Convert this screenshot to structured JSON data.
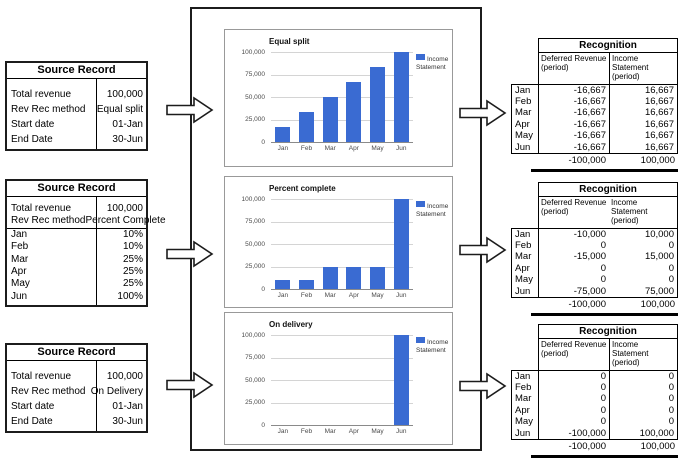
{
  "source_tables": [
    {
      "title": "Source Record",
      "groups": [
        [
          {
            "label": "Total revenue",
            "value": "100,000"
          },
          {
            "label": "Rev Rec method",
            "value": "Equal split"
          },
          {
            "label": "Start date",
            "value": "01-Jan"
          },
          {
            "label": "End Date",
            "value": "30-Jun"
          }
        ]
      ]
    },
    {
      "title": "Source Record",
      "groups": [
        [
          {
            "label": "Total revenue",
            "value": "100,000"
          },
          {
            "label": "Rev Rec method",
            "value": "Percent Complete"
          }
        ],
        [
          {
            "label": "Jan",
            "value": "10%"
          },
          {
            "label": "Feb",
            "value": "10%"
          },
          {
            "label": "Mar",
            "value": "25%"
          },
          {
            "label": "Apr",
            "value": "25%"
          },
          {
            "label": "May",
            "value": "25%"
          },
          {
            "label": "Jun",
            "value": "100%"
          }
        ]
      ]
    },
    {
      "title": "Source Record",
      "groups": [
        [
          {
            "label": "Total revenue",
            "value": "100,000"
          },
          {
            "label": "Rev Rec method",
            "value": "On Delivery"
          },
          {
            "label": "Start date",
            "value": "01-Jan"
          },
          {
            "label": "End Date",
            "value": "30-Jun"
          }
        ]
      ]
    }
  ],
  "chart_data": [
    {
      "type": "bar",
      "title": "Equal split",
      "categories": [
        "Jan",
        "Feb",
        "Mar",
        "Apr",
        "May",
        "Jun"
      ],
      "series": [
        {
          "name": "Income Statement",
          "values": [
            16667,
            33333,
            50000,
            66667,
            83333,
            100000
          ]
        }
      ],
      "yticks": [
        "100,000",
        "75,000",
        "50,000",
        "25,000",
        "0"
      ],
      "ylim": [
        0,
        100000
      ],
      "grid": true,
      "legend_position": "right",
      "bar_color": "#3a6bd2"
    },
    {
      "type": "bar",
      "title": "Percent complete",
      "categories": [
        "Jan",
        "Feb",
        "Mar",
        "Apr",
        "May",
        "Jun"
      ],
      "series": [
        {
          "name": "Income Statement",
          "values": [
            10000,
            10000,
            25000,
            25000,
            25000,
            100000
          ]
        }
      ],
      "yticks": [
        "100,000",
        "75,000",
        "50,000",
        "25,000",
        "0"
      ],
      "ylim": [
        0,
        100000
      ],
      "grid": true,
      "legend_position": "right",
      "bar_color": "#3a6bd2"
    },
    {
      "type": "bar",
      "title": "On delivery",
      "categories": [
        "Jan",
        "Feb",
        "Mar",
        "Apr",
        "May",
        "Jun"
      ],
      "series": [
        {
          "name": "Income Statement",
          "values": [
            0,
            0,
            0,
            0,
            0,
            100000
          ]
        }
      ],
      "yticks": [
        "100,000",
        "75,000",
        "50,000",
        "25,000",
        "0"
      ],
      "ylim": [
        0,
        100000
      ],
      "grid": true,
      "legend_position": "right",
      "bar_color": "#3a6bd2"
    }
  ],
  "recognition_tables": [
    {
      "title": "Recognition",
      "columns": [
        "Deferred Revenue (period)",
        "Income Statement (period)"
      ],
      "column_divider": true,
      "rows": [
        {
          "label": "Jan",
          "deferred": "-16,667",
          "income": "16,667"
        },
        {
          "label": "Feb",
          "deferred": "-16,667",
          "income": "16,667"
        },
        {
          "label": "Mar",
          "deferred": "-16,667",
          "income": "16,667"
        },
        {
          "label": "Apr",
          "deferred": "-16,667",
          "income": "16,667"
        },
        {
          "label": "May",
          "deferred": "-16,667",
          "income": "16,667"
        },
        {
          "label": "Jun",
          "deferred": "-16,667",
          "income": "16,667"
        }
      ],
      "totals": {
        "deferred": "-100,000",
        "income": "100,000"
      }
    },
    {
      "title": "Recognition",
      "columns": [
        "Deferred Revenue (period)",
        "Income Statement (period)"
      ],
      "column_divider": false,
      "rows": [
        {
          "label": "Jan",
          "deferred": "-10,000",
          "income": "10,000"
        },
        {
          "label": "Feb",
          "deferred": "0",
          "income": "0"
        },
        {
          "label": "Mar",
          "deferred": "-15,000",
          "income": "15,000"
        },
        {
          "label": "Apr",
          "deferred": "0",
          "income": "0"
        },
        {
          "label": "May",
          "deferred": "0",
          "income": "0"
        },
        {
          "label": "Jun",
          "deferred": "-75,000",
          "income": "75,000"
        }
      ],
      "totals": {
        "deferred": "-100,000",
        "income": "100,000"
      }
    },
    {
      "title": "Recognition",
      "columns": [
        "Deferred Revenue (period)",
        "Income Statement (period)"
      ],
      "column_divider": true,
      "rows": [
        {
          "label": "Jan",
          "deferred": "0",
          "income": "0"
        },
        {
          "label": "Feb",
          "deferred": "0",
          "income": "0"
        },
        {
          "label": "Mar",
          "deferred": "0",
          "income": "0"
        },
        {
          "label": "Apr",
          "deferred": "0",
          "income": "0"
        },
        {
          "label": "May",
          "deferred": "0",
          "income": "0"
        },
        {
          "label": "Jun",
          "deferred": "-100,000",
          "income": "100,000"
        }
      ],
      "totals": {
        "deferred": "-100,000",
        "income": "100,000"
      }
    }
  ]
}
